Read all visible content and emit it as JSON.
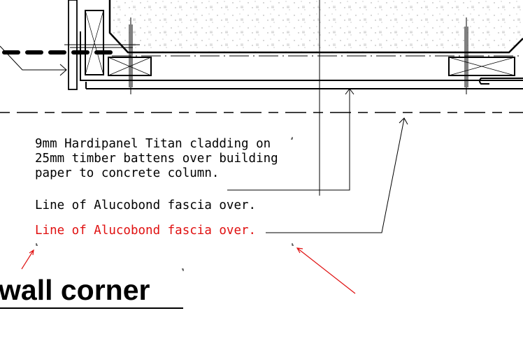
{
  "drawing": {
    "note_lines": [
      "9mm Hardipanel Titan cladding on",
      "25mm timber battens over building",
      "paper to concrete column."
    ],
    "fascia_note": "Line of Alucobond fascia over.",
    "fascia_note_red": "Line of Alucobond fascia over.",
    "title": "wall corner"
  },
  "colors": {
    "line": "#000000",
    "markup": "#e01010",
    "stipple": "#9a9a9a"
  }
}
